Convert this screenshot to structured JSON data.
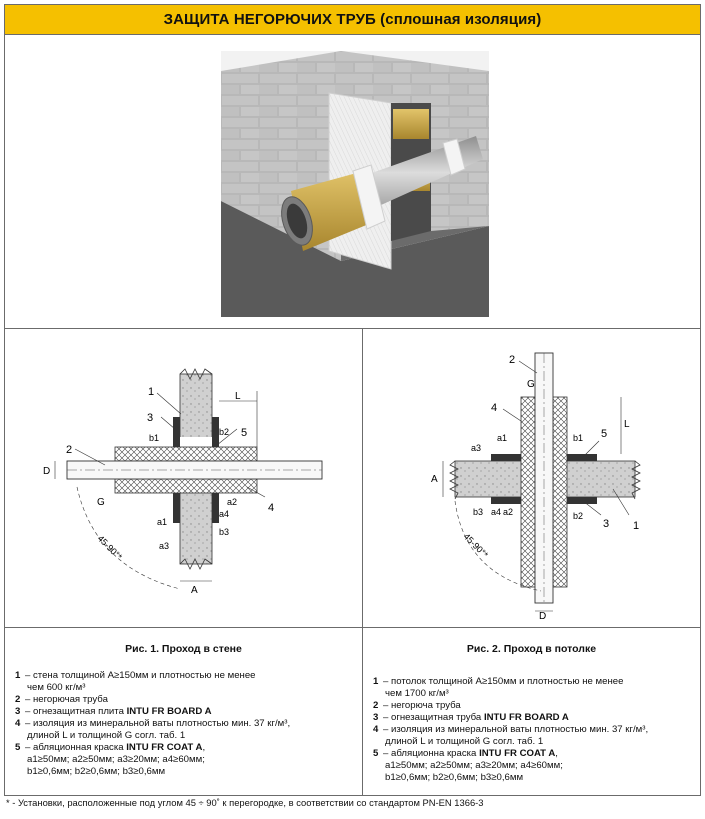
{
  "header": {
    "title": "ЗАЩИТА НЕГОРЮЧИХ ТРУБ (сплошная изоляция)"
  },
  "figure1": {
    "labels": {
      "n1": "1",
      "n2": "2",
      "n3": "3",
      "n4": "4",
      "n5": "5",
      "L": "L",
      "D": "D",
      "G": "G",
      "A": "A",
      "b1": "b1",
      "b2": "b2",
      "b3": "b3",
      "a1": "a1",
      "a2": "a2",
      "a3": "a3",
      "a4": "a4",
      "angle": "45-90°*"
    },
    "caption": "Рис. 1. Проход в стене",
    "legend": [
      {
        "num": "1",
        "line1": " – стена толщиной A≥150мм и плотностью не менее",
        "line2": "чем 600 кг/м³",
        "line3": ""
      },
      {
        "num": "2",
        "line1": " – негорючая труба",
        "line2": "",
        "line3": ""
      },
      {
        "num": "3",
        "line1": " – огнезащитная плита ",
        "bold": "INTU FR BOARD A",
        "line2": "",
        "line3": ""
      },
      {
        "num": "4",
        "line1": " – изоляция из минеральной ваты плотностью мин. 37 кг/м³,",
        "line2": "длиной L и толщиной G согл. таб. 1",
        "line3": ""
      },
      {
        "num": "5",
        "line1": " – абляционная краска ",
        "bold": "INTU FR COAT A",
        "tail": ",",
        "line2": "a1≥50мм; a2≥50мм; a3≥20мм; a4≥60мм;",
        "line3": "b1≥0,6мм; b2≥0,6мм; b3≥0,6мм"
      }
    ]
  },
  "figure2": {
    "labels": {
      "n1": "1",
      "n2": "2",
      "n3": "3",
      "n4": "4",
      "n5": "5",
      "L": "L",
      "D": "D",
      "G": "G",
      "A": "A",
      "b1": "b1",
      "b2": "b2",
      "b3": "b3",
      "a1": "a1",
      "a2": "a2",
      "a3": "a3",
      "a4": "a4",
      "angle": "45-90°*"
    },
    "caption": "Рис. 2. Проход в потолке",
    "legend": [
      {
        "num": "1",
        "line1": " – потолок толщиной A≥150мм и плотностью не менее",
        "line2": "чем 1700 кг/м³",
        "line3": ""
      },
      {
        "num": "2",
        "line1": " – негорюча труба",
        "line2": "",
        "line3": ""
      },
      {
        "num": "3",
        "line1": " – огнезащитная труба ",
        "bold": "INTU FR BOARD A",
        "line2": "",
        "line3": ""
      },
      {
        "num": "4",
        "line1": " – изоляция из минеральной ваты плотностью мин. 37 кг/м³,",
        "line2": "длиной L и толщиной G согл. таб. 1",
        "line3": ""
      },
      {
        "num": "5",
        "line1": " – абляционна краска ",
        "bold": "INTU FR COAT A",
        "tail": ",",
        "line2": "a1≥50мм; a2≥50мм; a3≥20мм; a4≥60мм;",
        "line3": "b1≥0,6мм; b2≥0,6мм; b3≥0,6мм"
      }
    ]
  },
  "footnote": "* - Установки, расположенные под углом 45 ÷ 90˚ к перегородке, в соответствии со стандартом PN-EN 1366-3",
  "colors": {
    "header": "#f5c000",
    "border": "#6b6b6b",
    "hatch": "#444444",
    "wall": "#bdbdbd",
    "wool": "#d6b15a"
  }
}
